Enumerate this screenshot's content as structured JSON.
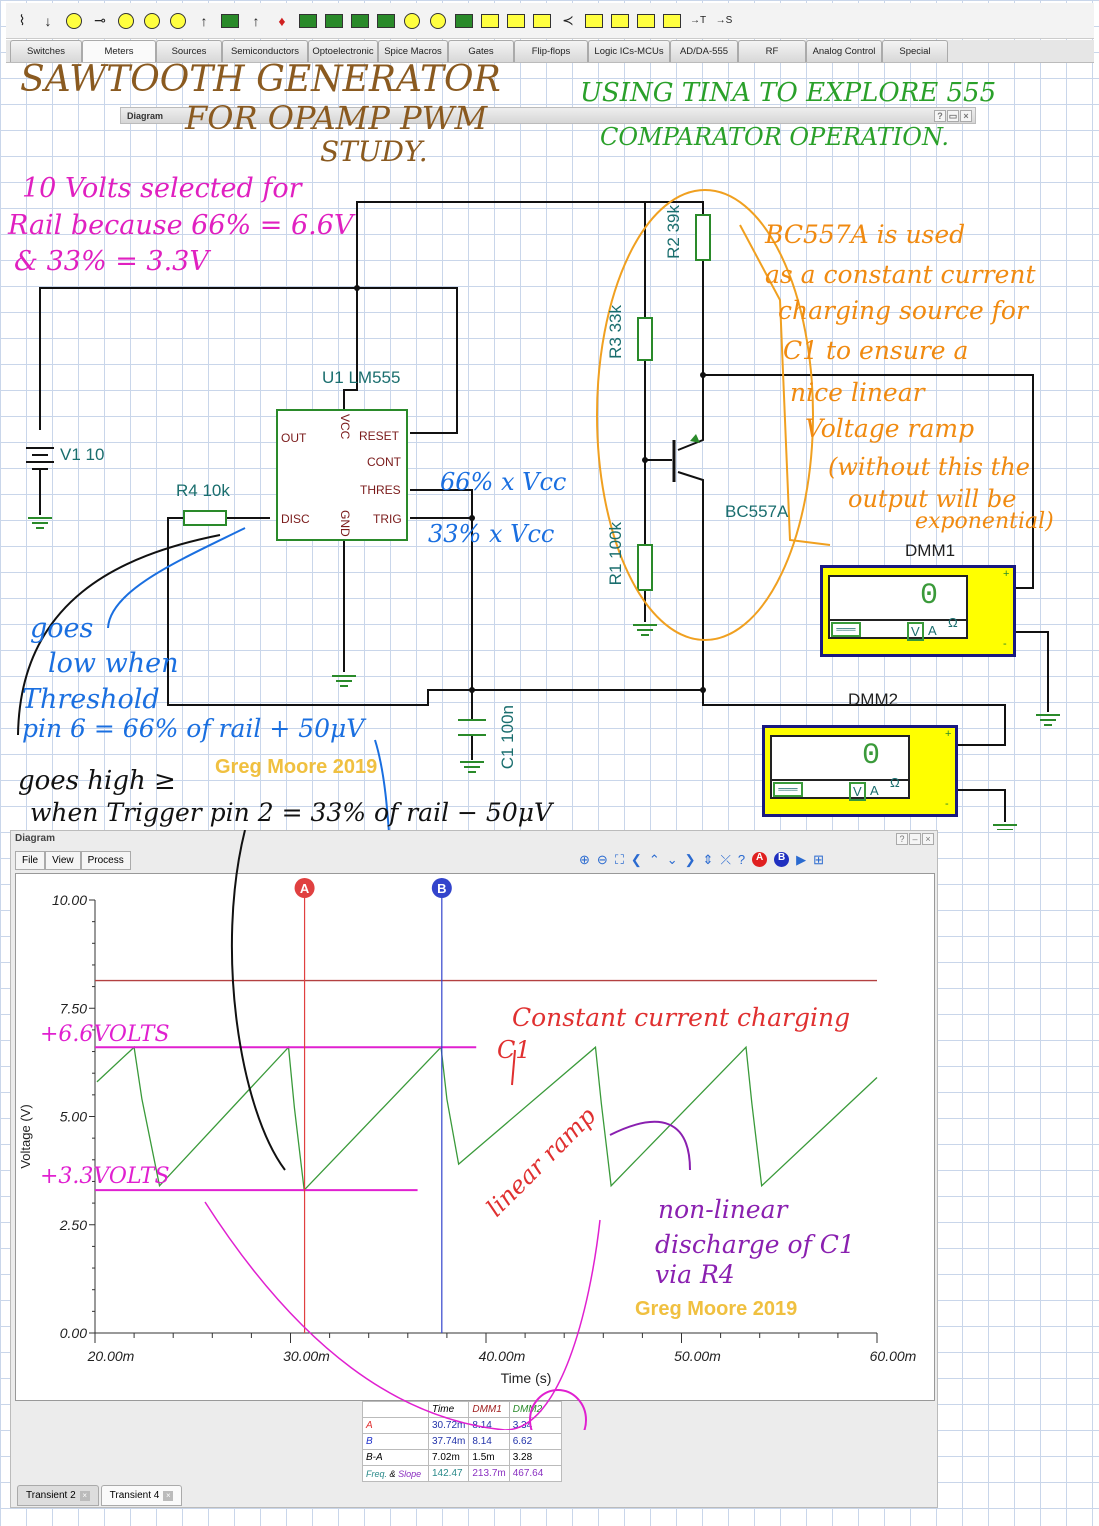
{
  "toolbar": {
    "icons": [
      "switch-icon",
      "ground-arrow-icon",
      "ammeter-icon",
      "wire-icon",
      "voltmeter-icon",
      "ohmmeter-icon",
      "impedance-meter-icon",
      "probe-icon",
      "speaker-icon",
      "voltage-pin-icon",
      "current-pin-icon",
      "oscilloscope-icon",
      "signal-analyzer-icon",
      "xy-recorder-icon",
      "frequency-counter-icon",
      "energy-meter-icon",
      "average-meter-icon",
      "logic-analyzer-icon",
      "seven-segment-icon",
      "seven-segment-small-icon",
      "logic-indicator-icon",
      "antenna-icon",
      "traffic-light-icon",
      "led-bar-icon",
      "display-icon",
      "keypad-icon"
    ],
    "text_icons": [
      "→T",
      "→S"
    ]
  },
  "tabs": [
    "Switches",
    "Meters",
    "Sources",
    "Semiconductors",
    "Optoelectronic",
    "Spice Macros",
    "Gates",
    "Flip-flops",
    "Logic ICs-MCUs",
    "AD/DA-555",
    "RF",
    "Analog Control",
    "Special"
  ],
  "active_tab": "Meters",
  "collapsed_diagram": {
    "title": "Diagram",
    "buttons": [
      "?",
      "▭",
      "×"
    ]
  },
  "schematic": {
    "u1_label": "U1 LM555",
    "pins": {
      "out": "OUT",
      "vcc": "VCC",
      "reset": "RESET",
      "cont": "CONT",
      "thres": "THRES",
      "disc": "DISC",
      "gnd": "GND",
      "trig": "TRIG"
    },
    "v1": "V1 10",
    "r4": "R4 10k",
    "r2": "R2 39k",
    "r3": "R3 33k",
    "r1": "R1 100k",
    "c1": "C1 100n",
    "q1": "BC557A",
    "dmm1": {
      "name": "DMM1",
      "reading": "0",
      "modes": [
        "V",
        "A",
        "Ω"
      ],
      "plus": "+",
      "minus": "-"
    },
    "dmm2": {
      "name": "DMM2",
      "reading": "0",
      "modes": [
        "V",
        "A",
        "Ω"
      ],
      "plus": "+",
      "minus": "-"
    }
  },
  "annotations": {
    "title": [
      "SAWTOOTH GENERATOR",
      "FOR OPAMP PWM",
      "STUDY."
    ],
    "subtitle": [
      "USING TINA TO EXPLORE 555",
      "COMPARATOR OPERATION."
    ],
    "rail_note": [
      "10 Volts selected for",
      "Rail because 66% = 6.6V",
      "& 33% = 3.3V"
    ],
    "bc557_note": [
      "BC557A is used",
      "as a constant current",
      "charging source for",
      "C1 to ensure a",
      "nice linear",
      "Voltage ramp",
      "(without this the",
      "output will be",
      "exponential)"
    ],
    "thres_note": "66% x Vcc",
    "trig_note": "33% x Vcc",
    "goes_low": [
      "goes",
      "low when",
      "Threshold",
      "pin 6 = 66% of rail + 50μV"
    ],
    "goes_high": [
      "goes high ≥",
      "when Trigger pin 2 = 33% of rail − 50μV"
    ],
    "watermark": "Greg Moore 2019",
    "v66": "+6.6VOLTS",
    "v33": "+3.3VOLTS",
    "const_current": [
      "Constant current charging",
      "C1"
    ],
    "linear_ramp": "linear ramp",
    "nonlinear": [
      "non-linear",
      "discharge of C1",
      "via R4"
    ]
  },
  "diagram": {
    "title": "Diagram",
    "menu": [
      "File",
      "View",
      "Process"
    ],
    "tool_icons": [
      "zoom-in-icon",
      "zoom-out-icon",
      "zoom-fit-icon",
      "pan-left-icon",
      "pan-up-icon",
      "pan-down-icon",
      "pan-right-icon",
      "expand-vertical-icon",
      "shrink-vertical-icon",
      "help-icon",
      "cursor-a-icon",
      "cursor-b-icon",
      "play-icon",
      "new-window-icon"
    ],
    "window_buttons": [
      "?",
      "–",
      "×"
    ],
    "bottom_tabs": [
      "Transient 2",
      "Transient 4"
    ],
    "active_bottom_tab": "Transient 4"
  },
  "cursor_table": {
    "headers": [
      "",
      "Time",
      "DMM1",
      "DMM2"
    ],
    "rows": [
      [
        "A",
        "30.72m",
        "8.14",
        "3.34"
      ],
      [
        "B",
        "37.74m",
        "8.14",
        "6.62"
      ],
      [
        "B-A",
        "7.02m",
        "1.5m",
        "3.28"
      ]
    ],
    "freq_row": {
      "label_a": "Freq.",
      "amp": "&",
      "label_b": "Slope",
      "values": [
        "142.47",
        "213.7m",
        "467.64"
      ]
    }
  },
  "chart_data": {
    "type": "line",
    "xlabel": "Time (s)",
    "ylabel": "Voltage (V)",
    "xlim": [
      20,
      60
    ],
    "ylim": [
      0,
      10
    ],
    "x_ticks": [
      "20.00m",
      "30.00m",
      "40.00m",
      "50.00m",
      "60.00m"
    ],
    "y_ticks": [
      "10.00",
      "7.50",
      "5.00",
      "2.50",
      "0.00"
    ],
    "series": [
      {
        "name": "DMM2",
        "color": "#3a9a3a",
        "x": [
          20.1,
          22.0,
          22.4,
          23.3,
          29.9,
          30.2,
          30.7,
          37.7,
          38.0,
          38.6,
          45.6,
          45.9,
          46.4,
          53.3,
          53.6,
          54.1,
          60.0
        ],
        "y": [
          5.8,
          6.6,
          5.4,
          3.4,
          6.6,
          5.2,
          3.3,
          6.6,
          5.4,
          3.9,
          6.6,
          5.3,
          3.4,
          6.6,
          5.3,
          3.4,
          5.9
        ]
      },
      {
        "name": "DMM1",
        "color": "#b34040",
        "x": [
          20,
          60
        ],
        "y": [
          8.14,
          8.14
        ]
      }
    ],
    "cursors": [
      {
        "name": "A",
        "x": 30.72,
        "color": "#e04040"
      },
      {
        "name": "B",
        "x": 37.74,
        "color": "#3344cc"
      }
    ],
    "annotation_lines": [
      {
        "y": 6.6,
        "x": [
          20,
          39.5
        ],
        "color": "#e020d0"
      },
      {
        "y": 3.3,
        "x": [
          20,
          36.5
        ],
        "color": "#e020d0"
      }
    ]
  }
}
